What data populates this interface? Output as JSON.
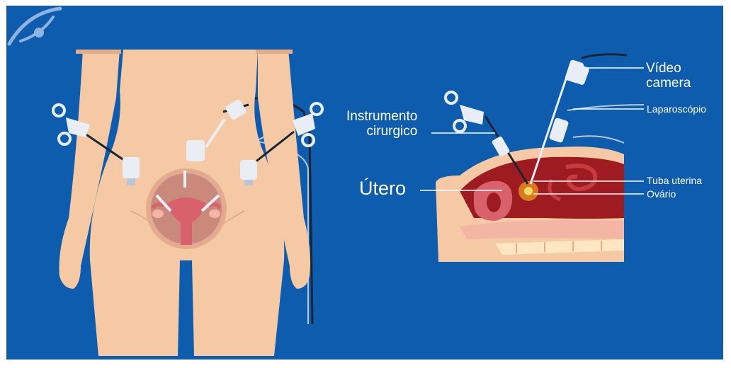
{
  "labels": {
    "video_camera_line1": "Vídeo",
    "video_camera_line2": "camera",
    "laparoscope": "Laparoscópio",
    "instrument_line1": "Instrumento",
    "instrument_line2": "cirurgico",
    "uterus": "Útero",
    "fallopian_tube": "Tuba uterina",
    "ovary": "Ovário"
  },
  "colors": {
    "background": "#0d5cad",
    "skin": "#f5c9a4",
    "skin_shadow": "#e5ad86",
    "uterus": "#d9616c",
    "abdomen_cavity": "#9e1b22",
    "instrument": "#e8eef4",
    "cable": "#1b2533",
    "label_text": "#ffffff"
  },
  "icons": {
    "logo": "eye-swoosh-logo-icon"
  }
}
